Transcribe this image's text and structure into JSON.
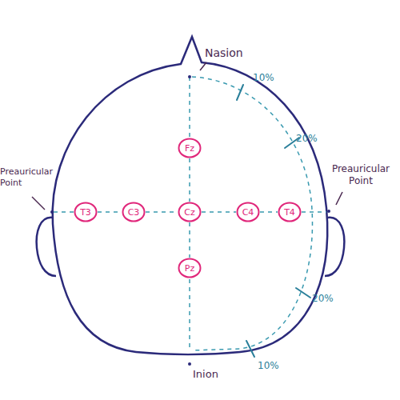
{
  "diagram": {
    "nodes": [
      {
        "text": [
          "Fz"
        ]
      },
      {
        "text": [
          "T3"
        ]
      },
      {
        "text": [
          "C3"
        ]
      },
      {
        "text": [
          "Cz"
        ]
      },
      {
        "text": [
          "C4"
        ]
      },
      {
        "text": [
          "T4"
        ]
      },
      {
        "text": [
          "Pz"
        ]
      }
    ],
    "edges": [
      {
        "from": 0,
        "to": 3,
        "arrow": "none"
      },
      {
        "from": 1,
        "to": 2,
        "arrow": "none"
      },
      {
        "from": 2,
        "to": 3,
        "arrow": "none"
      },
      {
        "from": 3,
        "to": 4,
        "arrow": "none"
      },
      {
        "from": 4,
        "to": 5,
        "arrow": "none"
      },
      {
        "from": 3,
        "to": 6,
        "arrow": "none"
      }
    ],
    "labels": [
      "Nasion",
      "Preauricular Point",
      "Preauricular Point",
      "10%",
      "20%",
      "20%",
      "10%",
      "Inion"
    ]
  }
}
